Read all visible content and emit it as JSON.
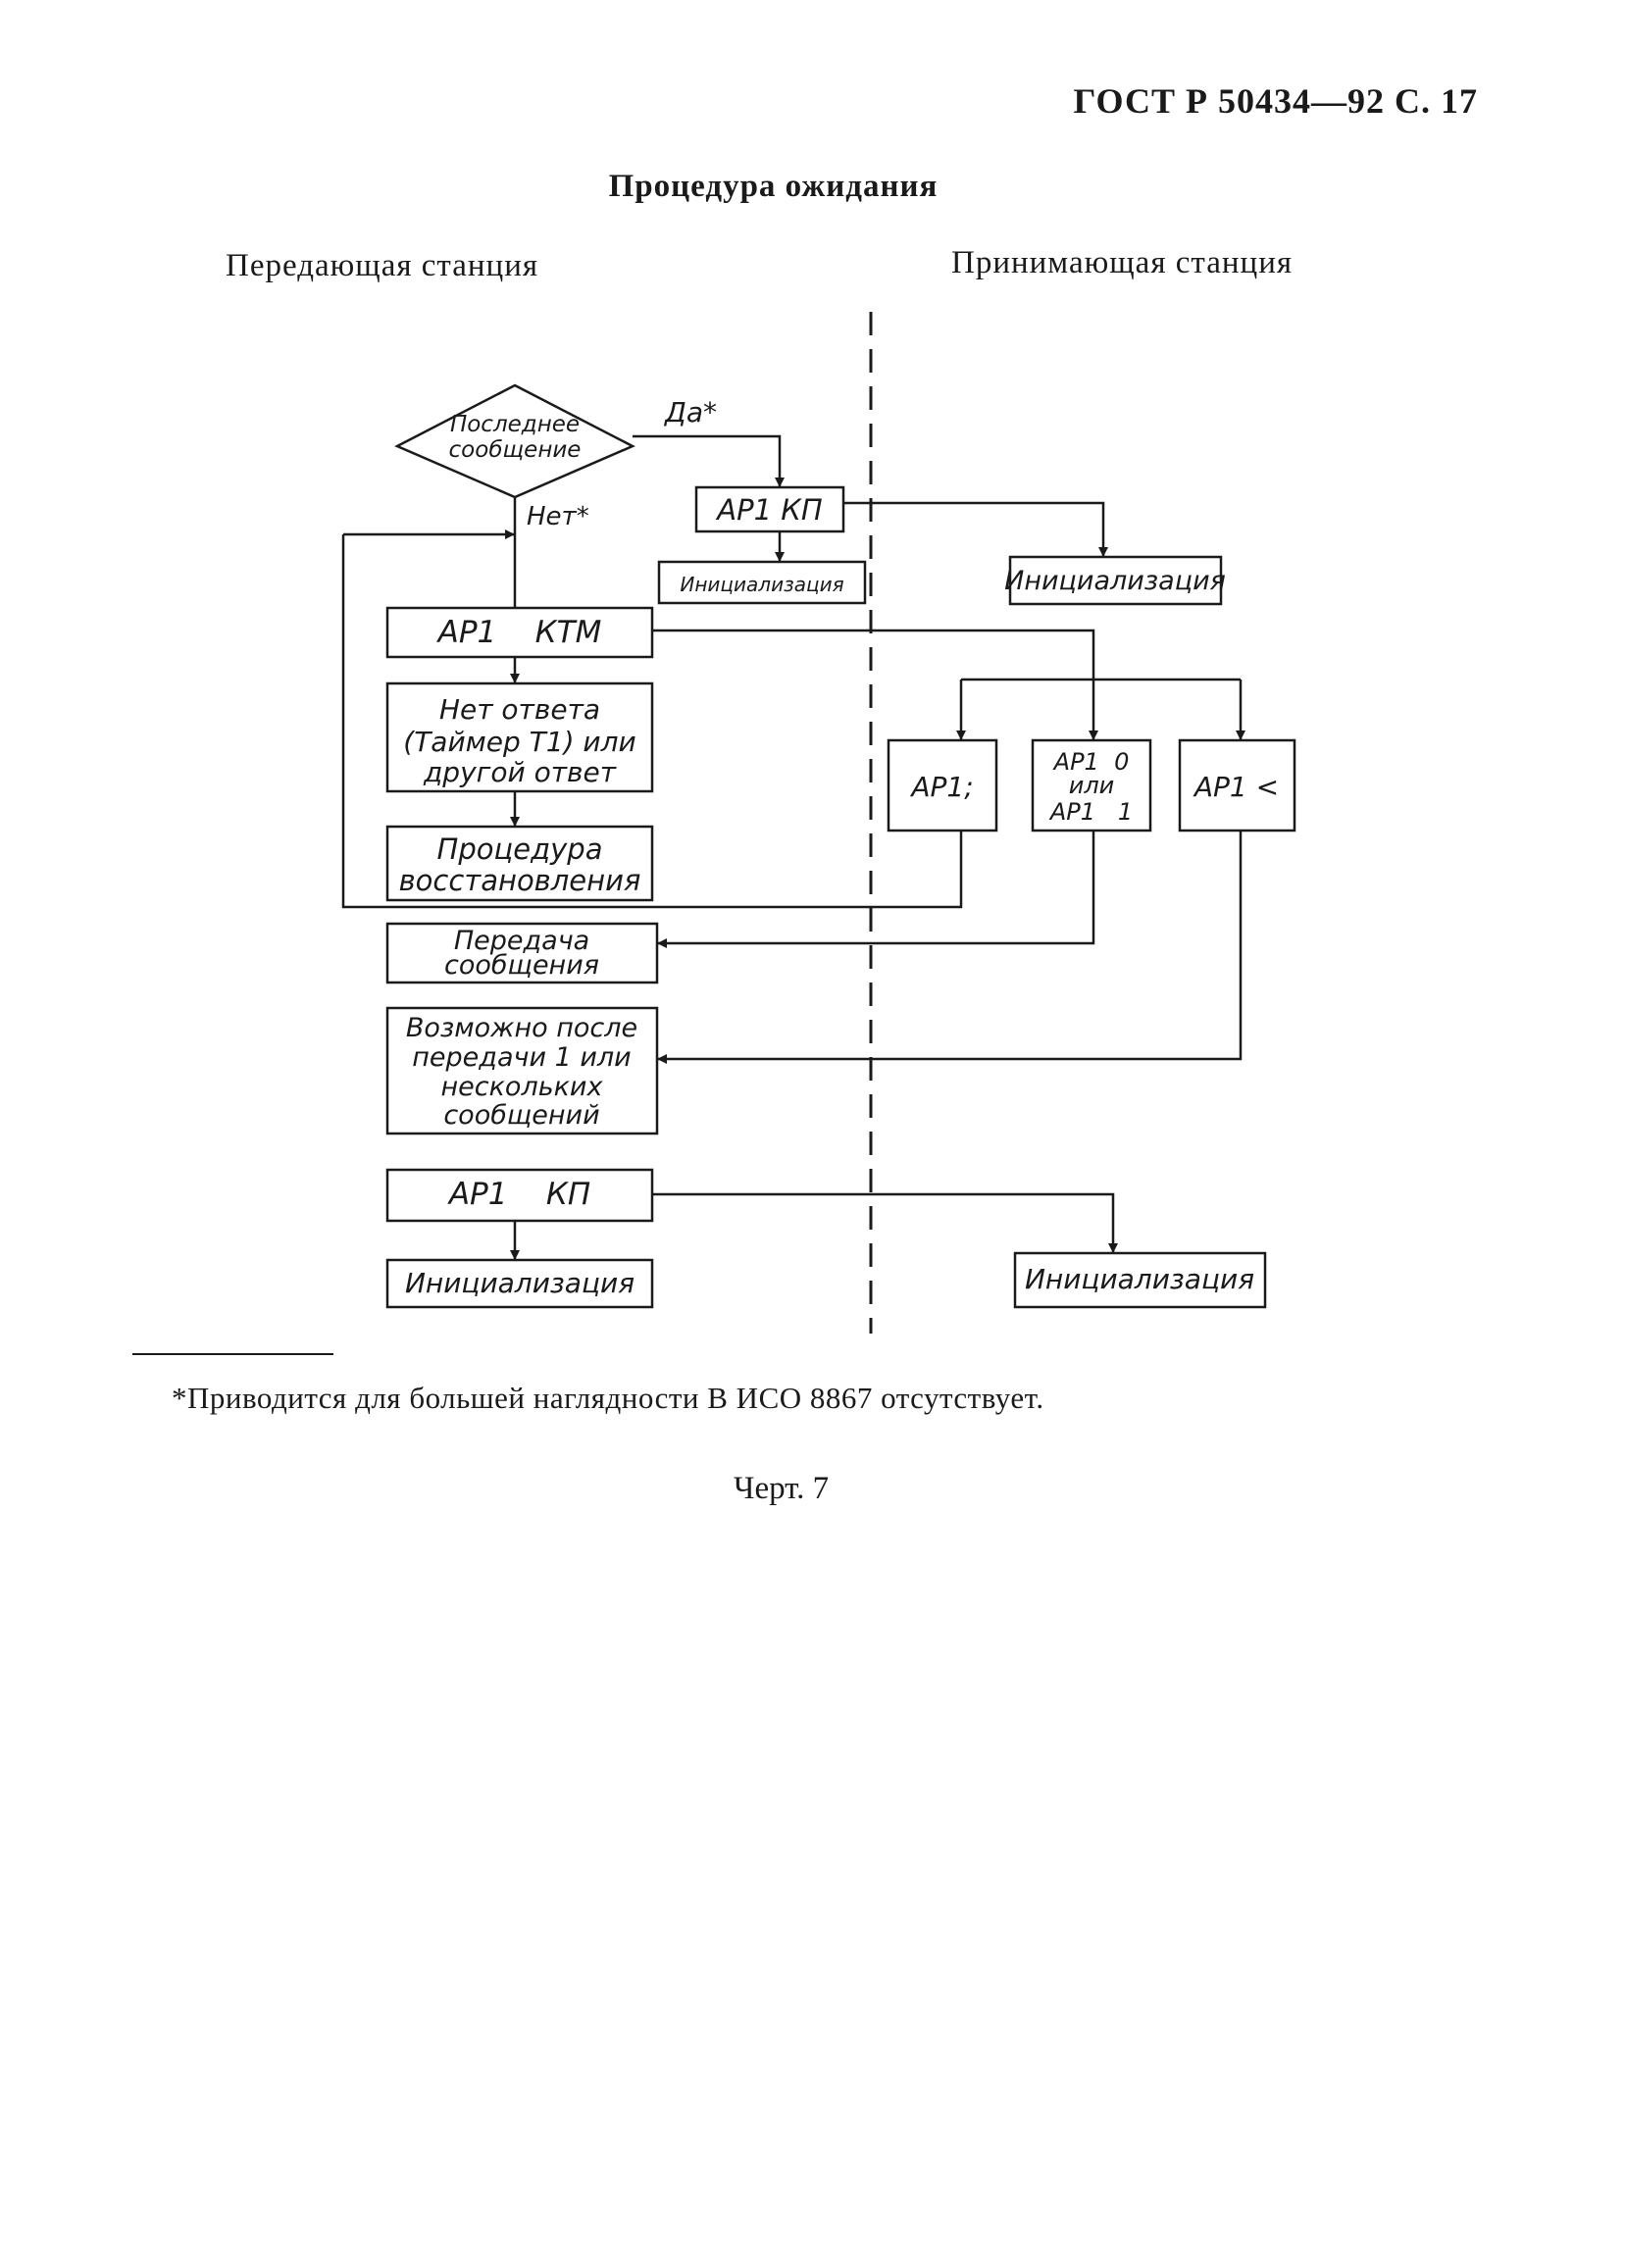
{
  "page": {
    "header": "ГОСТ Р 50434—92 С. 17",
    "title": "Процедура ожидания",
    "sending_station": "Передающая станция",
    "receiving_station": "Принимающая станция"
  },
  "diagram": {
    "decision": {
      "line1": "Последнее",
      "line2": "сообщение",
      "yes": "Да*",
      "no": "Нет*"
    },
    "ap1_kp_top": "АР1  КП",
    "init_left_top": "Инициализация",
    "init_right_top": "Инициализация",
    "ap1_ktm": "АР1    КТМ",
    "no_answer": {
      "line1": "Нет ответа",
      "line2": "(Таймер Т1) или",
      "line3": "другой ответ"
    },
    "recovery": {
      "line1": "Процедура",
      "line2": "восстановления"
    },
    "ap1_semicolon": "АР1;",
    "ap1_0_or_1": {
      "line1": "АР1  0",
      "line2": "или",
      "line3": "АР1   1"
    },
    "ap1_less": "АР1 <",
    "transmit": {
      "line1": "Передача",
      "line2": "сообщения"
    },
    "possible_after": {
      "line1": "Возможно после",
      "line2": "передачи 1 или",
      "line3": "нескольких",
      "line4": "сообщений"
    },
    "ap1_kp_bottom": "АР1    КП",
    "init_left_bottom": "Инициализация",
    "init_right_bottom": "Инициализация"
  },
  "footnote": "*Приводится для большей наглядности В ИСО 8867 отсутствует.",
  "caption": "Черт. 7"
}
